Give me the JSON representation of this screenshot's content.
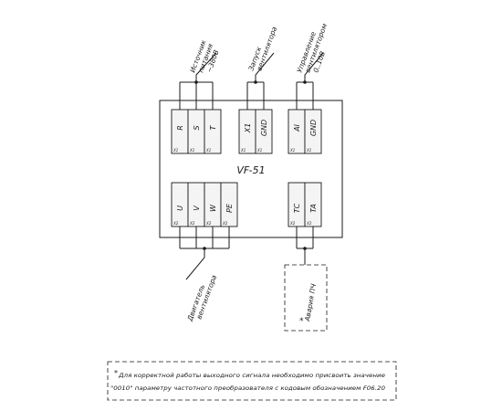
{
  "device": {
    "title": "VF-51"
  },
  "top_groups": [
    {
      "id": "power",
      "label": [
        "Источник",
        "питания",
        "~380В"
      ],
      "terminals": [
        "R",
        "S",
        "T"
      ]
    },
    {
      "id": "start",
      "label": [
        "Запуск",
        "вентилятора"
      ],
      "terminals": [
        "X1",
        "GND"
      ]
    },
    {
      "id": "control",
      "label": [
        "Управление",
        "вентилятором",
        "0..10В"
      ],
      "terminals": [
        "AI",
        "GND"
      ]
    }
  ],
  "bottom_groups": [
    {
      "id": "motor",
      "label": [
        "Двигатель",
        "вентилятора"
      ],
      "terminals": [
        "U",
        "V",
        "W",
        "PE"
      ]
    },
    {
      "id": "alarm",
      "terminals": [
        "TC",
        "TA"
      ]
    }
  ],
  "terminal_marks": {
    "power": [
      "X1",
      "X1",
      "X1"
    ],
    "start": [
      "X1",
      "X1"
    ],
    "control": [
      "X1",
      "X1"
    ],
    "motor": [
      "X2",
      "X2",
      "X2",
      "X2"
    ],
    "alarm": [
      "X2",
      "X2"
    ]
  },
  "alarm_box": {
    "label": "Авария ПЧ",
    "mark": "*"
  },
  "note": {
    "mark": "*",
    "lines": [
      "Для корректной работы выходного сигнала необходимо присвоить значение",
      "\"0010\" параметру частотного преобразователя с кодовым обозначением F06.20"
    ]
  }
}
